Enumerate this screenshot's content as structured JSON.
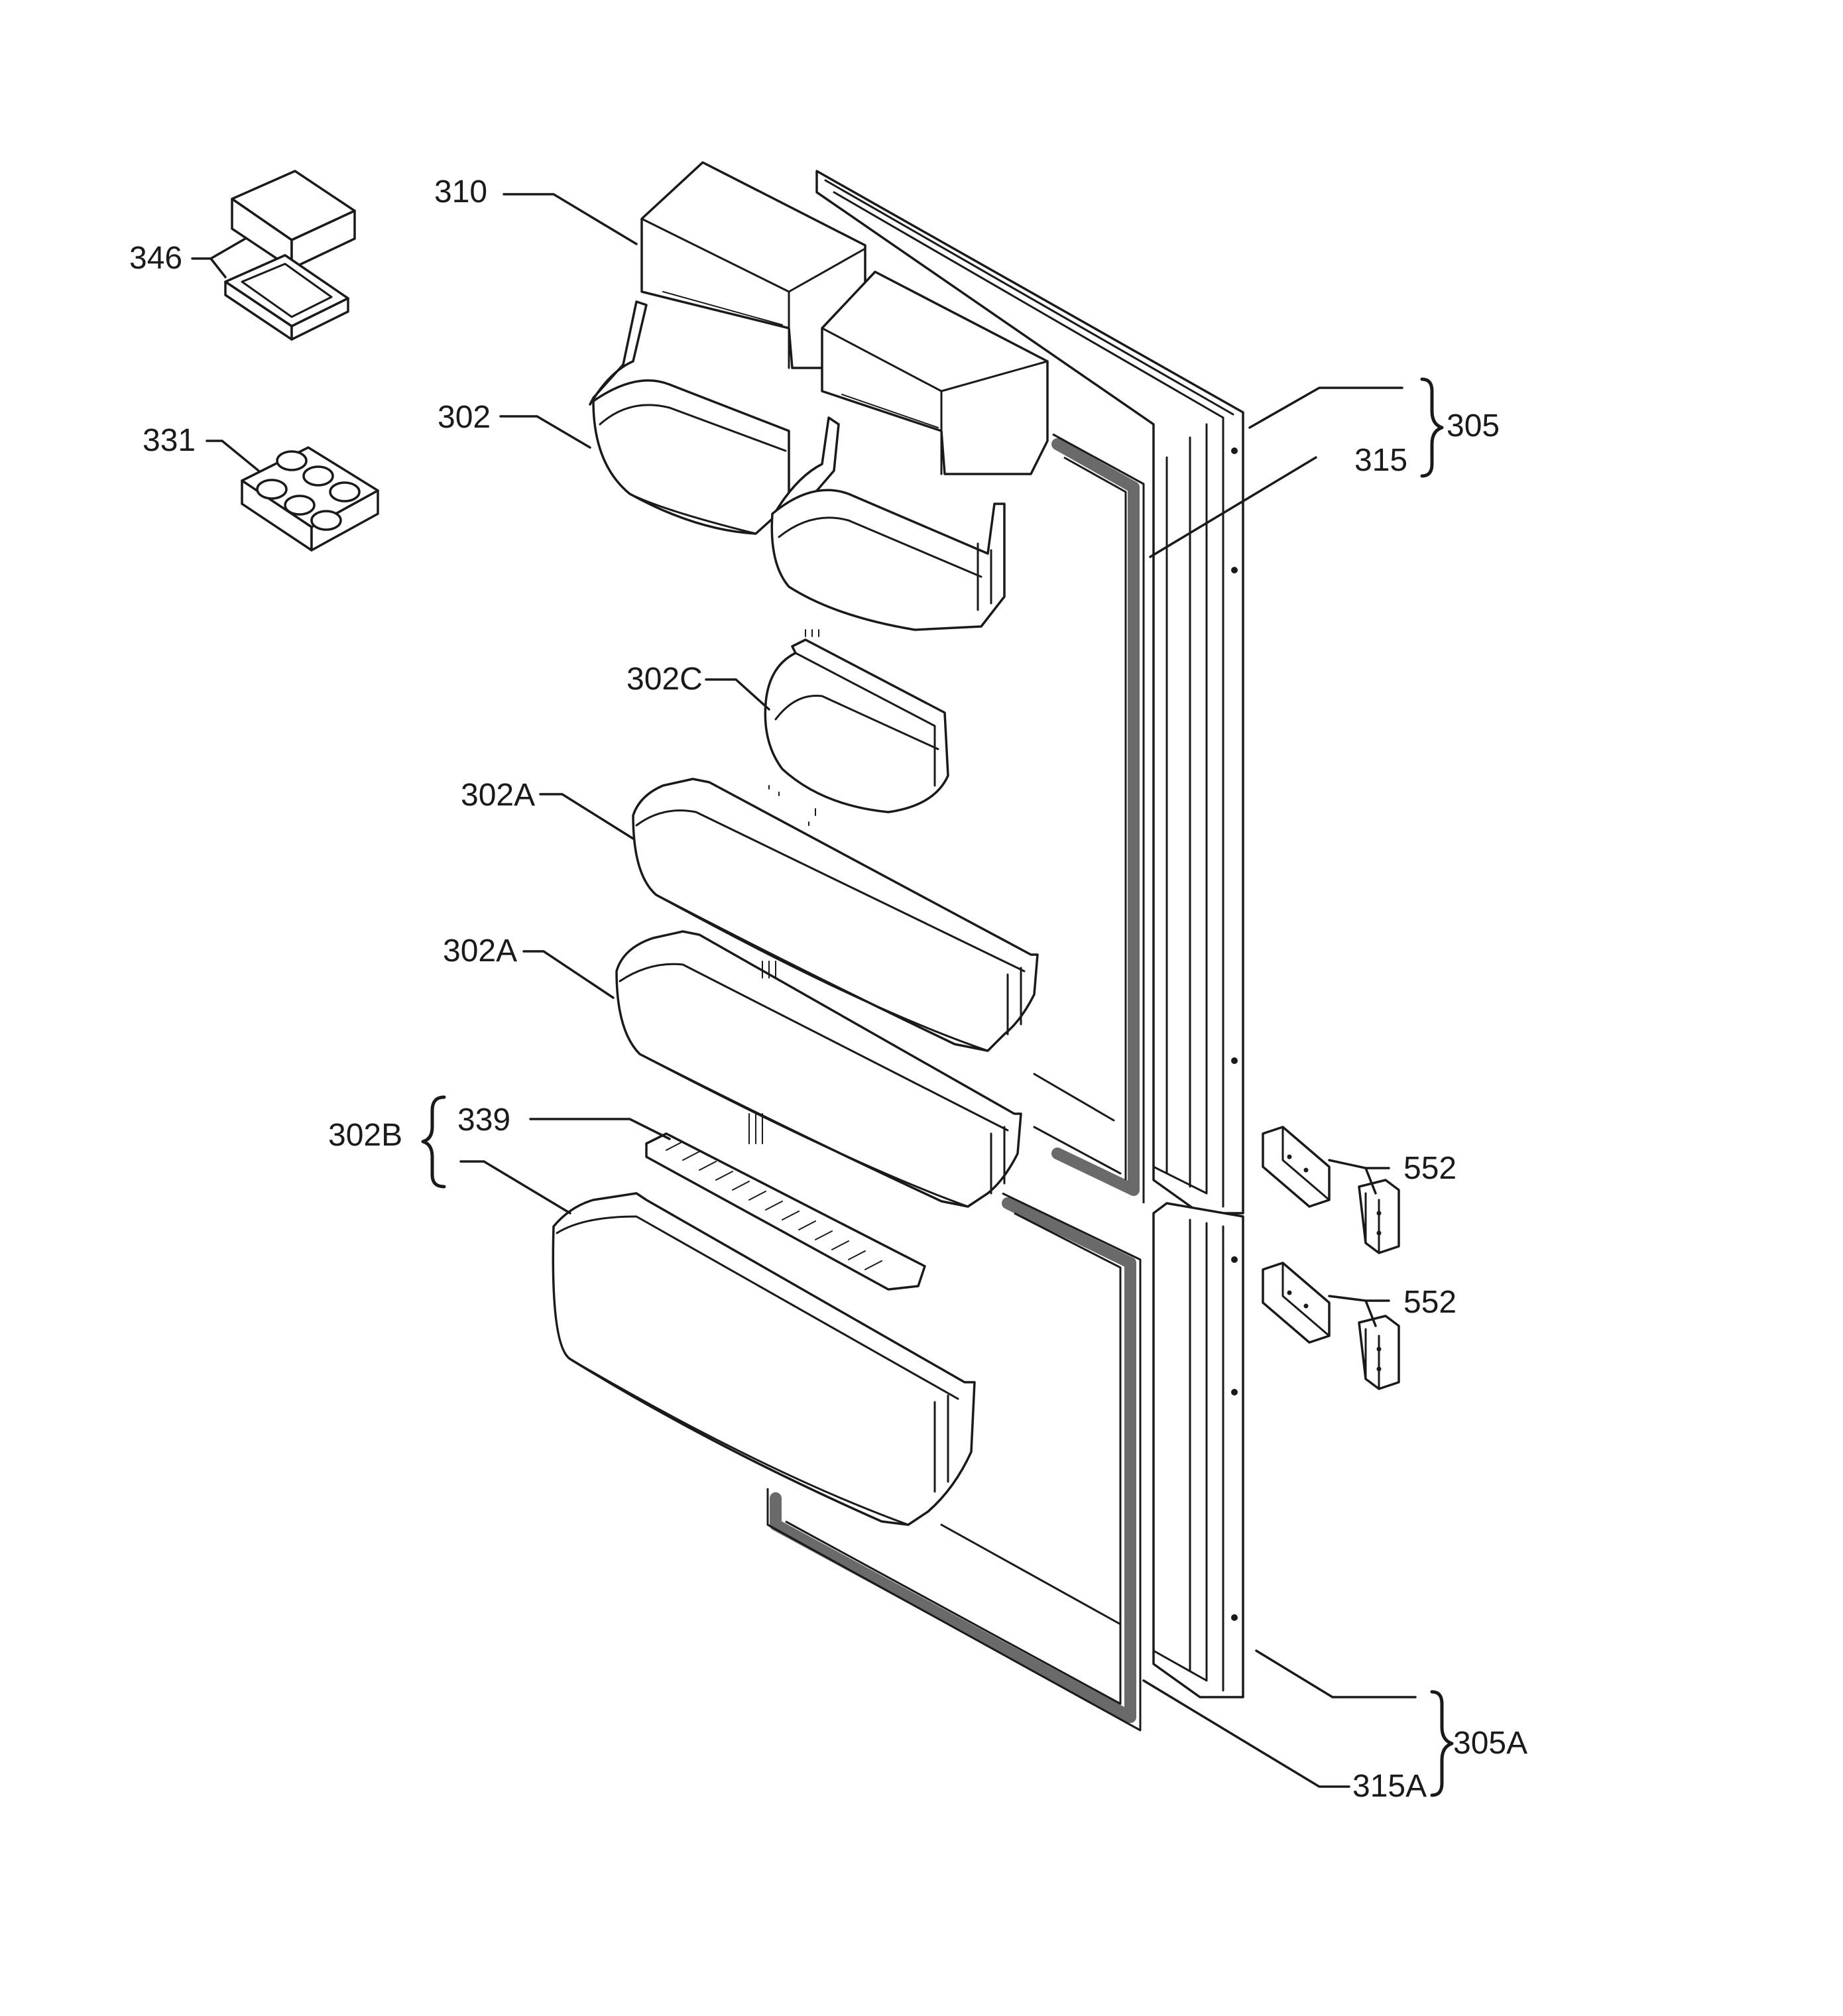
{
  "diagram": {
    "labels": {
      "l310": "310",
      "l346": "346",
      "l302": "302",
      "l331": "331",
      "l305": "305",
      "l315": "315",
      "l302c": "302C",
      "l302a_upper": "302A",
      "l302a_lower": "302A",
      "l302b": "302B",
      "l339": "339",
      "l552_upper": "552",
      "l552_lower": "552",
      "l305a": "305A",
      "l315a": "315A"
    }
  }
}
